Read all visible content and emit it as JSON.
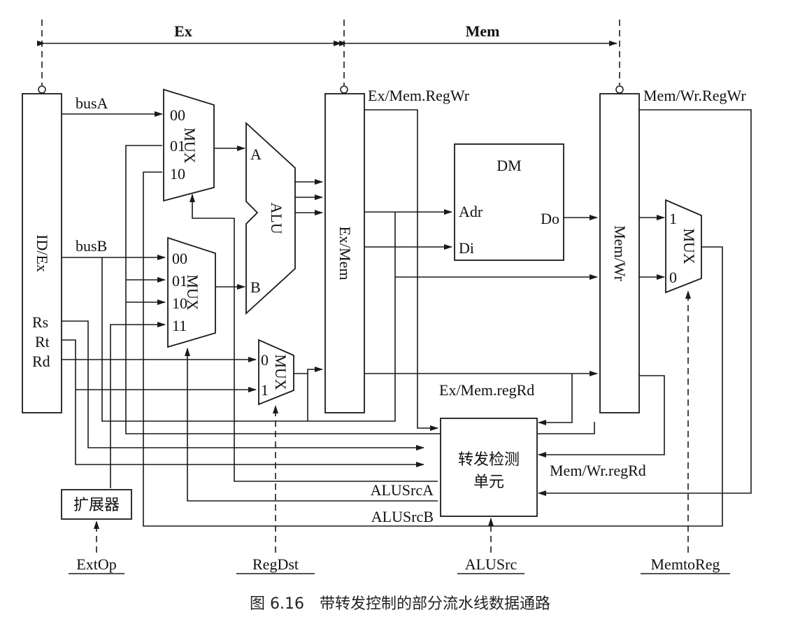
{
  "stages": {
    "ex": "Ex",
    "mem": "Mem"
  },
  "registers": {
    "id_ex": "ID/Ex",
    "ex_mem": "Ex/Mem",
    "mem_wr": "Mem/Wr"
  },
  "id_ex_signals": {
    "busA": "busA",
    "busB": "busB",
    "rs": "Rs",
    "rt": "Rt",
    "rd": "Rd"
  },
  "muxA": {
    "label": "MUX",
    "inputs": [
      "00",
      "01",
      "10"
    ]
  },
  "muxB": {
    "label": "MUX",
    "inputs": [
      "00",
      "01",
      "10",
      "11"
    ]
  },
  "muxDst": {
    "label": "MUX",
    "inputs": [
      "0",
      "1"
    ]
  },
  "muxWb": {
    "label": "MUX",
    "inputs": [
      "1",
      "0"
    ]
  },
  "alu": {
    "label": "ALU",
    "a": "A",
    "b": "B"
  },
  "dm": {
    "title": "DM",
    "adr": "Adr",
    "di": "Di",
    "do": "Do"
  },
  "signals": {
    "ex_mem_regwr": "Ex/Mem.RegWr",
    "mem_wr_regwr": "Mem/Wr.RegWr",
    "ex_mem_regrd": "Ex/Mem.regRd",
    "mem_wr_regrd": "Mem/Wr.regRd",
    "alusrca": "ALUSrcA",
    "alusrcb": "ALUSrcB"
  },
  "forward_unit": {
    "line1": "转发检测",
    "line2": "单元"
  },
  "extender": "扩展器",
  "controls": {
    "extop": "ExtOp",
    "regdst": "RegDst",
    "alusrc": "ALUSrc",
    "memtoreg": "MemtoReg"
  },
  "caption": "图 6.16　带转发控制的部分流水线数据通路"
}
